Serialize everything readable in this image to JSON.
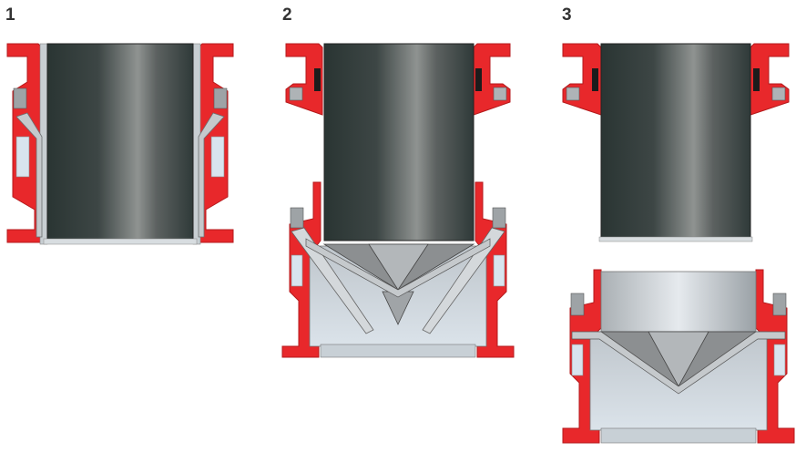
{
  "panels": [
    {
      "label": "1",
      "caption_state": "assembled-coupling"
    },
    {
      "label": "2",
      "caption_state": "pipe-lifting-petals-closing"
    },
    {
      "label": "3",
      "caption_state": "separated-valve-closed"
    }
  ],
  "colors": {
    "housing_red": "#e8282b",
    "housing_red_dark": "#b51a1c",
    "pipe_dark": "#2f3b3a",
    "pipe_mid": "#707473",
    "pipe_light": "#9a9e9c",
    "sleeve_light": "#d4dde6",
    "petal_grey": "#8c8f91",
    "petal_light": "#c5c9cc",
    "background": "#ffffff"
  }
}
